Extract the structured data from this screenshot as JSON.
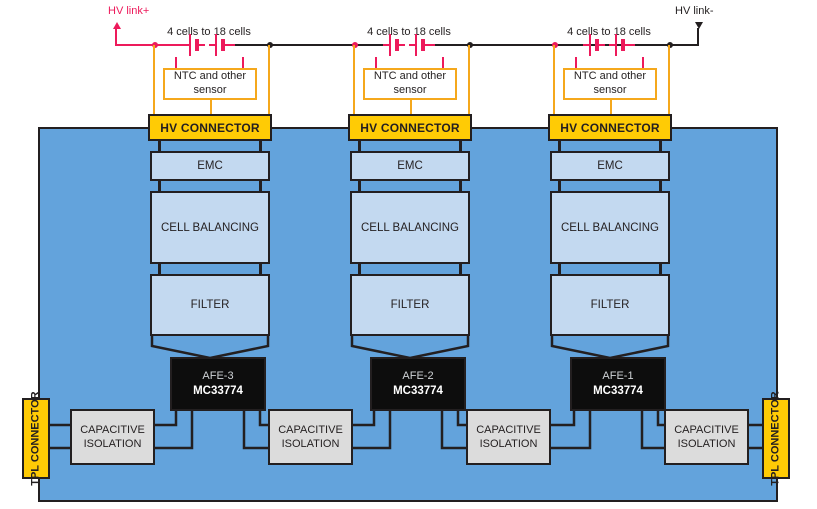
{
  "diagram": {
    "title": "Battery management system block diagram",
    "colors": {
      "rail_positive": "#ED1A5B",
      "rail_negative": "#231f20",
      "sensor_line": "#F5A81C",
      "panel_blue": "#63A3DC",
      "block_blue": "#C3D9F0",
      "connector_yellow": "#FFCB05",
      "afe_black": "#0d0d0d",
      "isolation_gray": "#DCDCDC"
    },
    "rails": {
      "positive_label": "HV link+",
      "negative_label": "HV link-"
    },
    "cell_groups": [
      {
        "label": "4 cells to 18 cells"
      },
      {
        "label": "4 cells to 18 cells"
      },
      {
        "label": "4 cells to 18 cells"
      }
    ],
    "sensors": [
      {
        "line1": "NTC and other",
        "line2": "sensor"
      },
      {
        "line1": "NTC and other",
        "line2": "sensor"
      },
      {
        "line1": "NTC and other",
        "line2": "sensor"
      }
    ],
    "modules": [
      {
        "connector": "HV CONNECTOR",
        "emc": "EMC",
        "balancing": "CELL BALANCING",
        "filter": "FILTER",
        "afe_name": "AFE-3",
        "afe_part": "MC33774"
      },
      {
        "connector": "HV CONNECTOR",
        "emc": "EMC",
        "balancing": "CELL BALANCING",
        "filter": "FILTER",
        "afe_name": "AFE-2",
        "afe_part": "MC33774"
      },
      {
        "connector": "HV CONNECTOR",
        "emc": "EMC",
        "balancing": "CELL BALANCING",
        "filter": "FILTER",
        "afe_name": "AFE-1",
        "afe_part": "MC33774"
      }
    ],
    "isolation": [
      {
        "line1": "CAPACITIVE",
        "line2": "ISOLATION"
      },
      {
        "line1": "CAPACITIVE",
        "line2": "ISOLATION"
      },
      {
        "line1": "CAPACITIVE",
        "line2": "ISOLATION"
      },
      {
        "line1": "CAPACITIVE",
        "line2": "ISOLATION"
      }
    ],
    "tpl_connectors": [
      {
        "line1": "TPL",
        "line2": "CONNECTOR"
      },
      {
        "line1": "TPL",
        "line2": "CONNECTOR"
      }
    ]
  }
}
